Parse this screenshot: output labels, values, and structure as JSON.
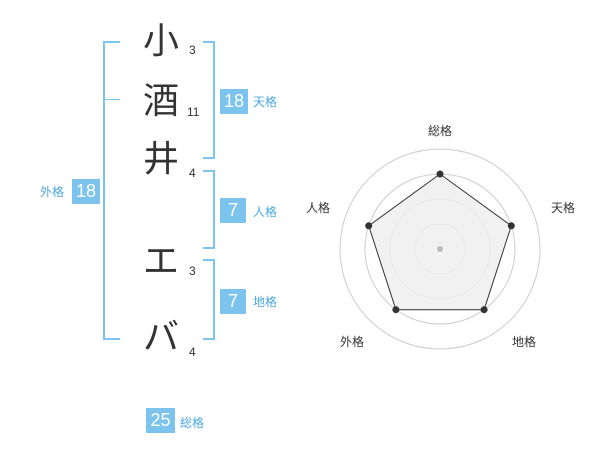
{
  "name_chars": [
    {
      "char": "小",
      "strokes": "3"
    },
    {
      "char": "酒",
      "strokes": "11"
    },
    {
      "char": "井",
      "strokes": "4"
    },
    {
      "char": "エ",
      "strokes": "3"
    },
    {
      "char": "バ",
      "strokes": "4"
    }
  ],
  "fortunes": {
    "tenkaku": {
      "value": "18",
      "label": "天格"
    },
    "jinkaku": {
      "value": "7",
      "label": "人格"
    },
    "chikaku": {
      "value": "7",
      "label": "地格"
    },
    "gaikaku": {
      "value": "18",
      "label": "外格"
    },
    "soukaku": {
      "value": "25",
      "label": "総格"
    }
  },
  "colors": {
    "accent": "#7cc4ee",
    "accent_text": "#4aa8e0",
    "text": "#333333",
    "radar_fill": "#eeeeee"
  },
  "chart_data": {
    "type": "radar",
    "axes": [
      "総格",
      "天格",
      "地格",
      "外格",
      "人格"
    ],
    "values": [
      0.75,
      0.75,
      0.75,
      0.75,
      0.75
    ],
    "rings": 4,
    "grid": true
  }
}
